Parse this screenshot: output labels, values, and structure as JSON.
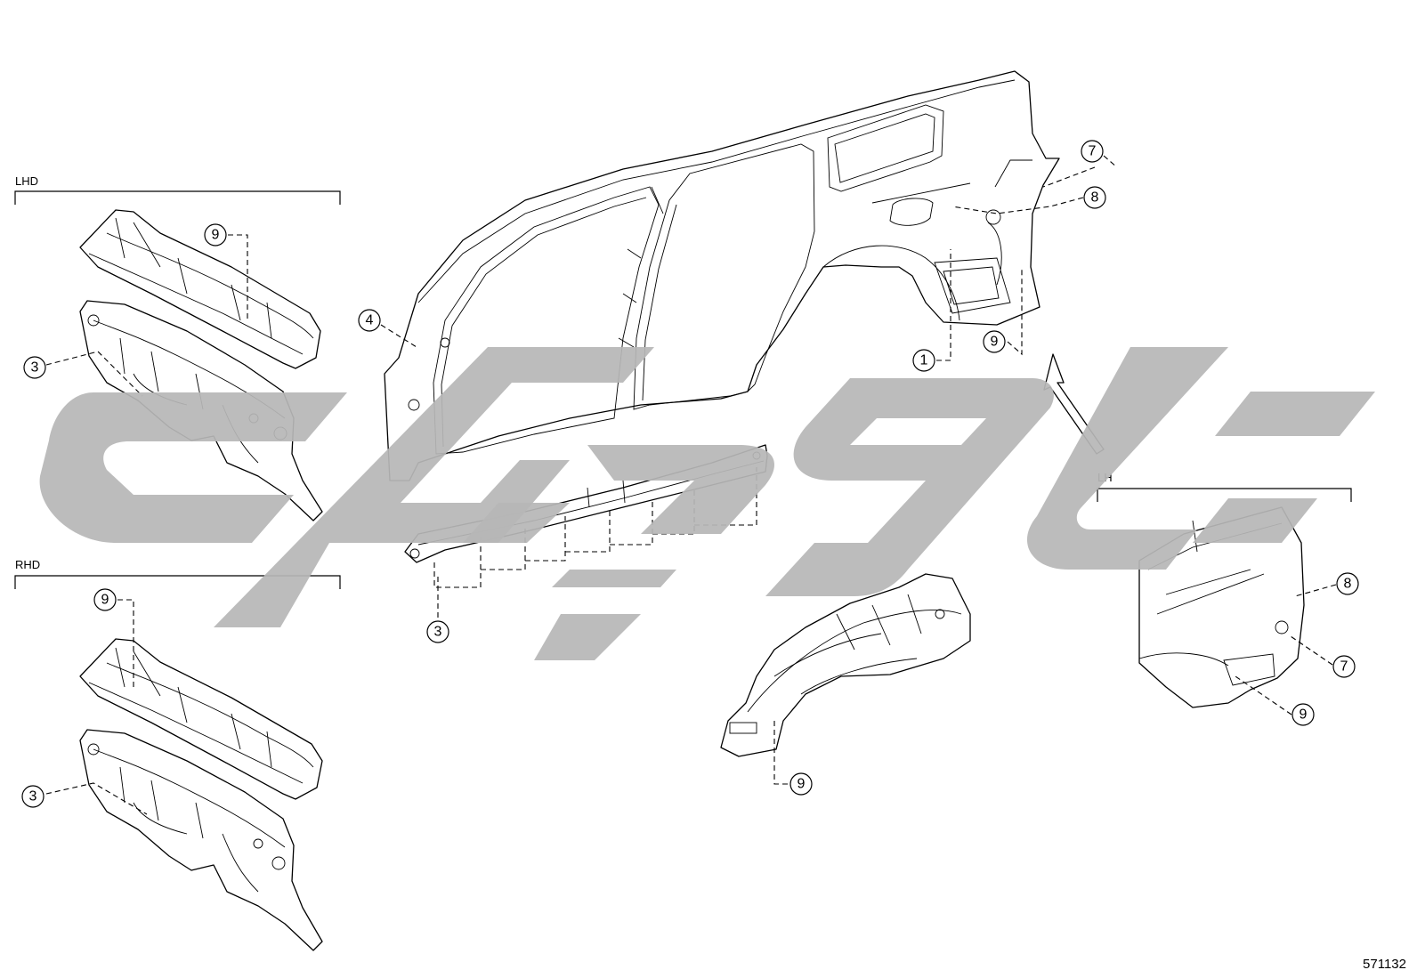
{
  "diagram": {
    "sections": {
      "lhd": "LHD",
      "rhd": "RHD",
      "lh": "LH"
    },
    "callouts": {
      "c1": "1",
      "c3_lhd": "3",
      "c3_rhd": "3",
      "c3_rocker": "3",
      "c4": "4",
      "c7_main": "7",
      "c7_lh": "7",
      "c8_main": "8",
      "c8_lh": "8",
      "c9_lhd": "9",
      "c9_rhd": "9",
      "c9_main": "9",
      "c9_wheelhouse": "9",
      "c9_lh": "9"
    },
    "illustration_number": "571132",
    "watermark": "GPB-style grey logo overlay",
    "colors": {
      "line": "#000000",
      "watermark": "#b7b7b7",
      "background": "#ffffff"
    }
  }
}
